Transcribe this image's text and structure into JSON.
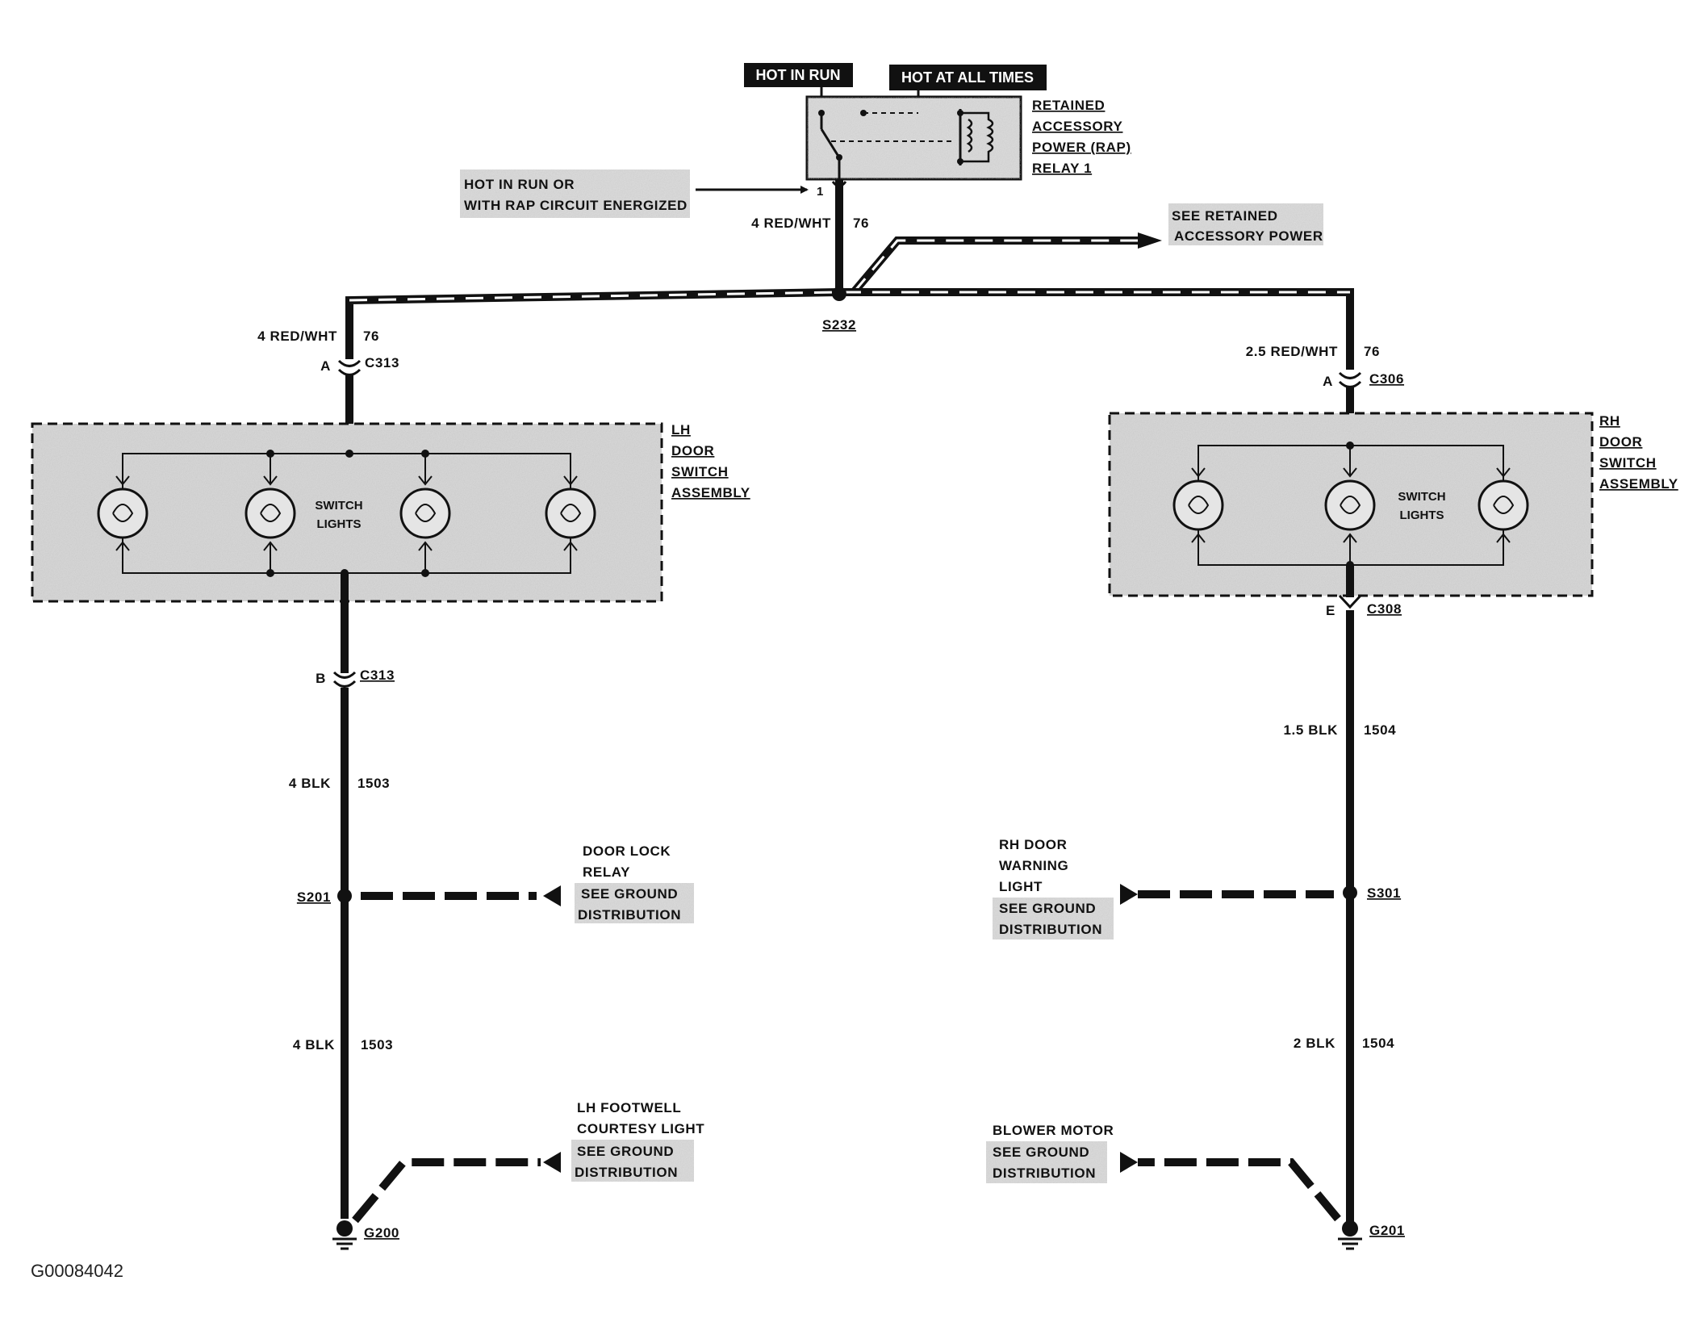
{
  "header_tags": {
    "hot_in_run": "HOT IN RUN",
    "hot_at_all_times": "HOT AT ALL TIMES"
  },
  "relay": {
    "line1": "RETAINED",
    "line2": "ACCESSORY",
    "line3": "POWER (RAP)",
    "line4": "RELAY 1",
    "pin": "1"
  },
  "input_note": {
    "line1": "HOT IN RUN OR",
    "line2": "WITH RAP CIRCUIT ENERGIZED"
  },
  "retained_note": {
    "line1": "SEE RETAINED",
    "line2": "ACCESSORY POWER"
  },
  "wires": {
    "feed": {
      "size_color": "4 RED/WHT",
      "circuit": "76"
    },
    "lh_feed": {
      "size_color": "4 RED/WHT",
      "circuit": "76"
    },
    "rh_feed": {
      "size_color": "2.5 RED/WHT",
      "circuit": "76"
    },
    "lh_ground_1": {
      "size_color": "4 BLK",
      "circuit": "1503"
    },
    "lh_ground_2": {
      "size_color": "4 BLK",
      "circuit": "1503"
    },
    "rh_ground_1": {
      "size_color": "1.5 BLK",
      "circuit": "1504"
    },
    "rh_ground_2": {
      "size_color": "2 BLK",
      "circuit": "1504"
    }
  },
  "splices": {
    "s232": "S232",
    "s201": "S201",
    "s301": "S301"
  },
  "connectors": {
    "lh_top": {
      "pin": "A",
      "id": "C313"
    },
    "lh_bottom": {
      "pin": "B",
      "id": "C313"
    },
    "rh_top": {
      "pin": "A",
      "id": "C306"
    },
    "rh_bottom": {
      "pin": "E",
      "id": "C308"
    }
  },
  "lh_assembly": {
    "line1": "LH",
    "line2": "DOOR",
    "line3": "SWITCH",
    "line4": "ASSEMBLY",
    "lights_line1": "SWITCH",
    "lights_line2": "LIGHTS"
  },
  "rh_assembly": {
    "line1": "RH",
    "line2": "DOOR",
    "line3": "SWITCH",
    "line4": "ASSEMBLY",
    "lights_line1": "SWITCH",
    "lights_line2": "LIGHTS"
  },
  "lh_s201_note": {
    "line1": "DOOR LOCK",
    "line2": "RELAY",
    "line3": "SEE GROUND",
    "line4": "DISTRIBUTION"
  },
  "rh_s301_note": {
    "line1": "RH DOOR",
    "line2": "WARNING",
    "line3": "LIGHT",
    "line4": "SEE GROUND",
    "line5": "DISTRIBUTION"
  },
  "lh_g200_note": {
    "line1": "LH FOOTWELL",
    "line2": "COURTESY LIGHT",
    "line3": "SEE GROUND",
    "line4": "DISTRIBUTION"
  },
  "rh_g201_note": {
    "line1": "BLOWER MOTOR",
    "line2": "SEE GROUND",
    "line3": "DISTRIBUTION"
  },
  "grounds": {
    "g200": "G200",
    "g201": "G201"
  },
  "figure_code": "G00084042"
}
